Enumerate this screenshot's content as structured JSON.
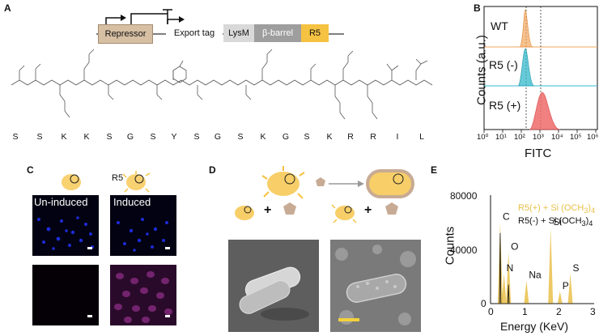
{
  "panels": {
    "a": "A",
    "b": "B",
    "c": "C",
    "d": "D",
    "e": "E"
  },
  "construct": {
    "repressor": "Repressor",
    "export_tag": "Export tag",
    "lysm": "LysM",
    "barrel": "β-barrel",
    "r5": "R5",
    "colors": {
      "repressor": "#d6bfa3",
      "lysm": "#d9d9d9",
      "barrel": "#9e9e9e",
      "r5": "#f5c242"
    }
  },
  "peptide": {
    "residues": [
      "S",
      "S",
      "K",
      "K",
      "S",
      "G",
      "S",
      "Y",
      "S",
      "G",
      "S",
      "K",
      "G",
      "S",
      "K",
      "R",
      "R",
      "I",
      "L"
    ]
  },
  "flow": {
    "rows": [
      {
        "label": "WT",
        "color": "#f2a55c"
      },
      {
        "label": "R5 (-)",
        "color": "#33b8cc"
      },
      {
        "label": "R5 (+)",
        "color": "#ef6a6a"
      }
    ],
    "ylabel": "Counts (a.u.)",
    "xlabel": "FITC",
    "ticks": [
      "10⁰",
      "10¹",
      "10²",
      "10³",
      "10⁴",
      "10⁵",
      "10⁶"
    ]
  },
  "microscopy": {
    "r5_label": "R5",
    "uninduced": "Un-induced",
    "induced": "Induced"
  },
  "schematic": {
    "plus": "+"
  },
  "chart_data": {
    "type": "bar",
    "title": "",
    "xlabel": "Energy (KeV)",
    "ylabel": "Counts",
    "xlim": [
      0,
      3
    ],
    "ylim": [
      0,
      80000
    ],
    "x_ticks": [
      "0",
      "1",
      "2",
      "3"
    ],
    "y_ticks": [
      "0",
      "40000",
      "80000"
    ],
    "legend": {
      "line1": "R5(+) + Si (OCH",
      "line1_sub": "3",
      "line1_end": ")",
      "line1_sub2": "4",
      "line2": "R5(-) + Si (OCH",
      "line2_sub": "3",
      "line2_end": ")",
      "line2_sub2": "4",
      "colors": [
        "#e9c04a",
        "#111111"
      ]
    },
    "peaks": [
      {
        "label": "C",
        "energy": 0.28,
        "counts": 60000
      },
      {
        "label": "O",
        "energy": 0.52,
        "counts": 38000
      },
      {
        "label": "N",
        "energy": 0.39,
        "counts": 22000
      },
      {
        "label": "Na",
        "energy": 1.04,
        "counts": 17000
      },
      {
        "label": "Si",
        "energy": 1.74,
        "counts": 56000
      },
      {
        "label": "P",
        "energy": 2.01,
        "counts": 9000
      },
      {
        "label": "S",
        "energy": 2.31,
        "counts": 22000
      }
    ]
  }
}
